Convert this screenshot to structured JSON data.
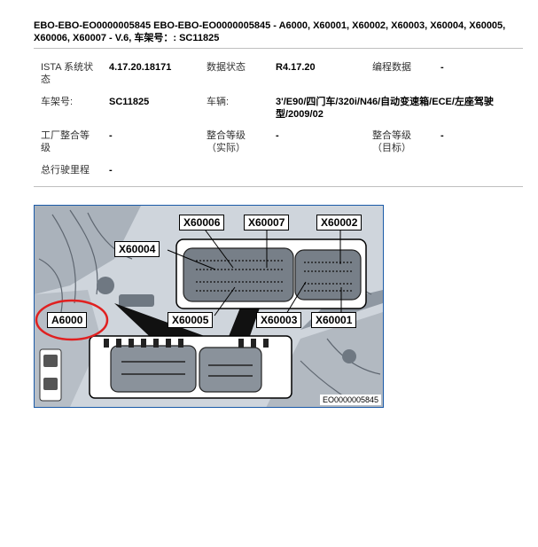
{
  "header": {
    "title": "EBO-EBO-EO0000005845   EBO-EBO-EO0000005845 - A6000, X60001, X60002, X60003, X60004, X60005, X60006, X60007 - V.6, 车架号：: SC11825"
  },
  "info": {
    "ista_label": "ISTA 系统状态",
    "ista_value": "4.17.20.18171",
    "data_status_label": "数据状态",
    "data_status_value": "R4.17.20",
    "prog_data_label": "编程数据",
    "prog_data_value": "-",
    "vin_label": "车架号:",
    "vin_value": "SC11825",
    "vehicle_label": "车辆:",
    "vehicle_value": "3'/E90/四门车/320i/N46/自动变速箱/ECE/左座驾驶型/2009/02",
    "factory_level_label": "工厂整合等级",
    "factory_level_value": "-",
    "actual_level_label": "整合等级（实际）",
    "actual_level_value": "-",
    "target_level_label": "整合等级（目标）",
    "target_level_value": "-",
    "mileage_label": "总行驶里程",
    "mileage_value": "-"
  },
  "figure": {
    "callouts": {
      "x60006": "X60006",
      "x60007": "X60007",
      "x60002": "X60002",
      "x60004": "X60004",
      "x60005": "X60005",
      "x60003": "X60003",
      "x60001": "X60001",
      "a6000": "A6000"
    },
    "figure_id": "EO0000005845",
    "highlight_color": "#e02020"
  }
}
